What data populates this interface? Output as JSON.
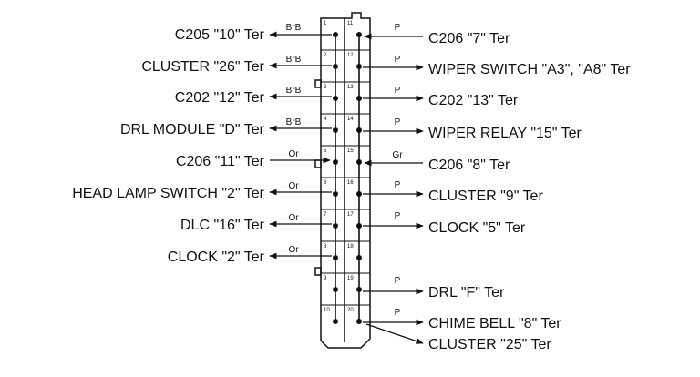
{
  "left_rows": [
    {
      "label": "C205 \"10\" Ter",
      "wire": "BrB",
      "pin": "1",
      "dir": "out"
    },
    {
      "label": "CLUSTER \"26\" Ter",
      "wire": "BrB",
      "pin": "2",
      "dir": "out"
    },
    {
      "label": "C202 \"12\" Ter",
      "wire": "BrB",
      "pin": "3",
      "dir": "out"
    },
    {
      "label": "DRL MODULE \"D\" Ter",
      "wire": "BrB",
      "pin": "4",
      "dir": "out"
    },
    {
      "label": "C206 \"11\" Ter",
      "wire": "Or",
      "pin": "5",
      "dir": "in"
    },
    {
      "label": "HEAD LAMP SWITCH \"2\" Ter",
      "wire": "Or",
      "pin": "6",
      "dir": "out"
    },
    {
      "label": "DLC \"16\" Ter",
      "wire": "Or",
      "pin": "7",
      "dir": "out"
    },
    {
      "label": "CLOCK \"2\" Ter",
      "wire": "Or",
      "pin": "8",
      "dir": "out"
    }
  ],
  "right_rows": [
    {
      "label": "C206 \"7\" Ter",
      "wire": "P",
      "pin": "11",
      "dir": "in"
    },
    {
      "label": "WIPER SWITCH \"A3\", \"A8\" Ter",
      "wire": "P",
      "pin": "12",
      "dir": "out"
    },
    {
      "label": "C202 \"13\" Ter",
      "wire": "P",
      "pin": "13",
      "dir": "out"
    },
    {
      "label": "WIPER RELAY \"15\" Ter",
      "wire": "P",
      "pin": "14",
      "dir": "out"
    },
    {
      "label": "C206 \"8\" Ter",
      "wire": "Gr",
      "pin": "15",
      "dir": "in"
    },
    {
      "label": "CLUSTER \"9\" Ter",
      "wire": "P",
      "pin": "16",
      "dir": "out"
    },
    {
      "label": "CLOCK \"5\" Ter",
      "wire": "P",
      "pin": "17",
      "dir": "out"
    },
    {
      "label": "",
      "wire": "",
      "pin": "18",
      "dir": "none"
    },
    {
      "label": "DRL \"F\" Ter",
      "wire": "P",
      "pin": "19",
      "dir": "out"
    },
    {
      "label": "CHIME BELL \"8\" Ter",
      "wire": "P",
      "pin": "20",
      "dir": "out"
    },
    {
      "label": "CLUSTER \"25\" Ter",
      "wire": "",
      "pin": "",
      "dir": "out"
    }
  ],
  "empty_pins": [
    "9",
    "10"
  ]
}
